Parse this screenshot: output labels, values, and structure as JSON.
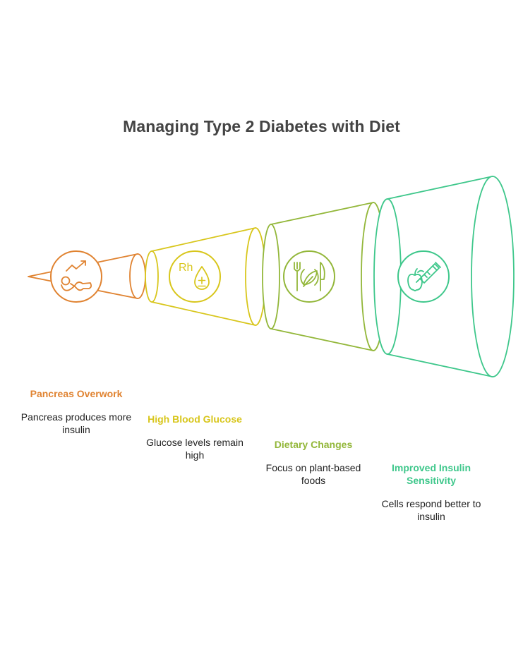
{
  "title": "Managing Type 2 Diabetes with Diet",
  "colors": {
    "stage1": "#e08331",
    "stage2": "#d8c61c",
    "stage3": "#93b73a",
    "stage4": "#3ec78b"
  },
  "stages": [
    {
      "title": "Pancreas Overwork",
      "description": "Pancreas produces more insulin",
      "icon": "pancreas-workload-icon",
      "icon_symbol": "~"
    },
    {
      "title": "High Blood Glucose",
      "description": "Glucose levels remain high",
      "icon": "blood-drop-icon",
      "icon_symbol": "Rh"
    },
    {
      "title": "Dietary Changes",
      "description": "Focus on plant-based foods",
      "icon": "plate-utensils-icon",
      "icon_symbol": ""
    },
    {
      "title": "Improved Insulin Sensitivity",
      "description": "Cells respond better to insulin",
      "icon": "apple-syringe-icon",
      "icon_symbol": ""
    }
  ]
}
